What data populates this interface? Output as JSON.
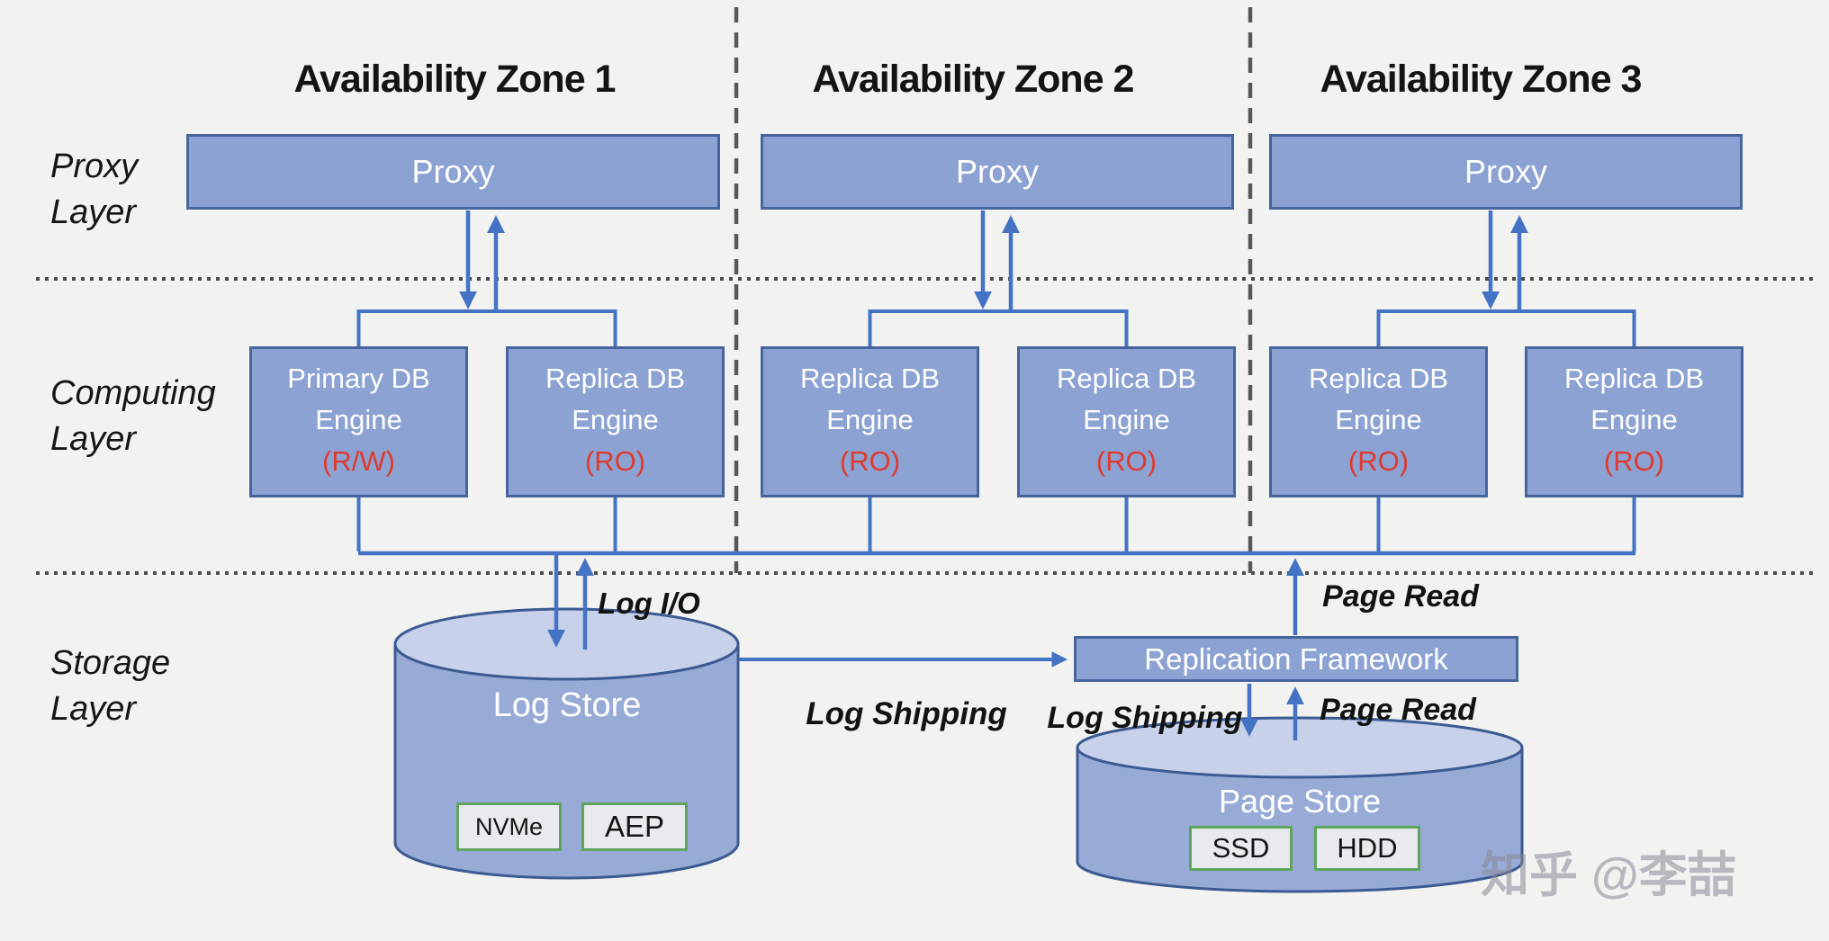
{
  "zones": [
    {
      "title": "Availability Zone 1",
      "proxy": "Proxy",
      "engines": [
        {
          "name": "Primary DB",
          "unit": "Engine",
          "mode": "(R/W)"
        },
        {
          "name": "Replica DB",
          "unit": "Engine",
          "mode": "(RO)"
        }
      ]
    },
    {
      "title": "Availability Zone 2",
      "proxy": "Proxy",
      "engines": [
        {
          "name": "Replica DB",
          "unit": "Engine",
          "mode": "(RO)"
        },
        {
          "name": "Replica DB",
          "unit": "Engine",
          "mode": "(RO)"
        }
      ]
    },
    {
      "title": "Availability Zone 3",
      "proxy": "Proxy",
      "engines": [
        {
          "name": "Replica DB",
          "unit": "Engine",
          "mode": "(RO)"
        },
        {
          "name": "Replica DB",
          "unit": "Engine",
          "mode": "(RO)"
        }
      ]
    }
  ],
  "layers": {
    "proxy": {
      "line1": "Proxy",
      "line2": "Layer"
    },
    "computing": {
      "line1": "Computing",
      "line2": "Layer"
    },
    "storage": {
      "line1": "Storage",
      "line2": "Layer"
    }
  },
  "storage": {
    "log_store": {
      "label": "Log Store",
      "media": [
        "NVMe",
        "AEP"
      ]
    },
    "replication_framework": "Replication Framework",
    "page_store": {
      "label": "Page Store",
      "media": [
        "SSD",
        "HDD"
      ]
    }
  },
  "flow_labels": {
    "log_io": "Log I/O",
    "log_shipping_to_framework": "Log Shipping",
    "log_shipping_to_page_store": "Log Shipping",
    "page_read_to_bus": "Page Read",
    "page_read_from_page_store": "Page Read"
  },
  "watermark": "知乎 @李喆",
  "colors": {
    "background": "#f2f2f1",
    "box_fill": "#8ca2d2",
    "box_border": "#46649e",
    "cylinder_fill": "#98abd7",
    "cylinder_top_fill": "#c7d1ea",
    "cylinder_border": "#3c5a92",
    "arrow": "#4472c4",
    "mode_text": "#e0392e",
    "chip_fill": "#e9eaf0",
    "chip_border": "#5da55d",
    "separator": "#4c4c4c",
    "watermark": "#868994"
  }
}
